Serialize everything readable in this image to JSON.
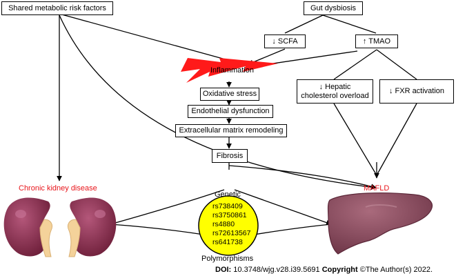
{
  "nodes": {
    "shared_risk": "Shared metabolic risk factors",
    "gut_dysbiosis": "Gut dysbiosis",
    "scfa": "↓ SCFA",
    "tmao": "↑ TMAO",
    "inflammation": "Inflammation",
    "oxidative_stress": "Oxidative stress",
    "endothelial": "Endothelial dysfunction",
    "ecm": "Extracellular matrix remodeling",
    "fibrosis": "Fibrosis",
    "hepatic_line1": "↓ Hepatic",
    "hepatic_line2": "cholesterol overload",
    "fxr": "↓ FXR activation"
  },
  "outcomes": {
    "ckd": "Chronic kidney disease",
    "mafld": "MAFLD",
    "outcome_color": "#e8141a"
  },
  "genetic": {
    "title": "Genetic",
    "subtitle": "Polymorphisms",
    "snps": [
      "rs738409",
      "rs3750861",
      "rs4880",
      "rs72613567",
      "rs641738"
    ],
    "circle_color": "#ffff00"
  },
  "footer": {
    "doi_label": "DOI:",
    "doi_value": " 10.3748/wjg.v28.i39.5691 ",
    "copyright_label": "Copyright",
    "copyright_value": " ©The Author(s) 2022."
  },
  "colors": {
    "inflammation_fill": "#ff1a1a",
    "kidney": "#8b2a4a",
    "liver": "#8c4a5c"
  },
  "icons": [
    "kidney-pair-illustration",
    "liver-illustration",
    "lightning-burst-icon"
  ]
}
